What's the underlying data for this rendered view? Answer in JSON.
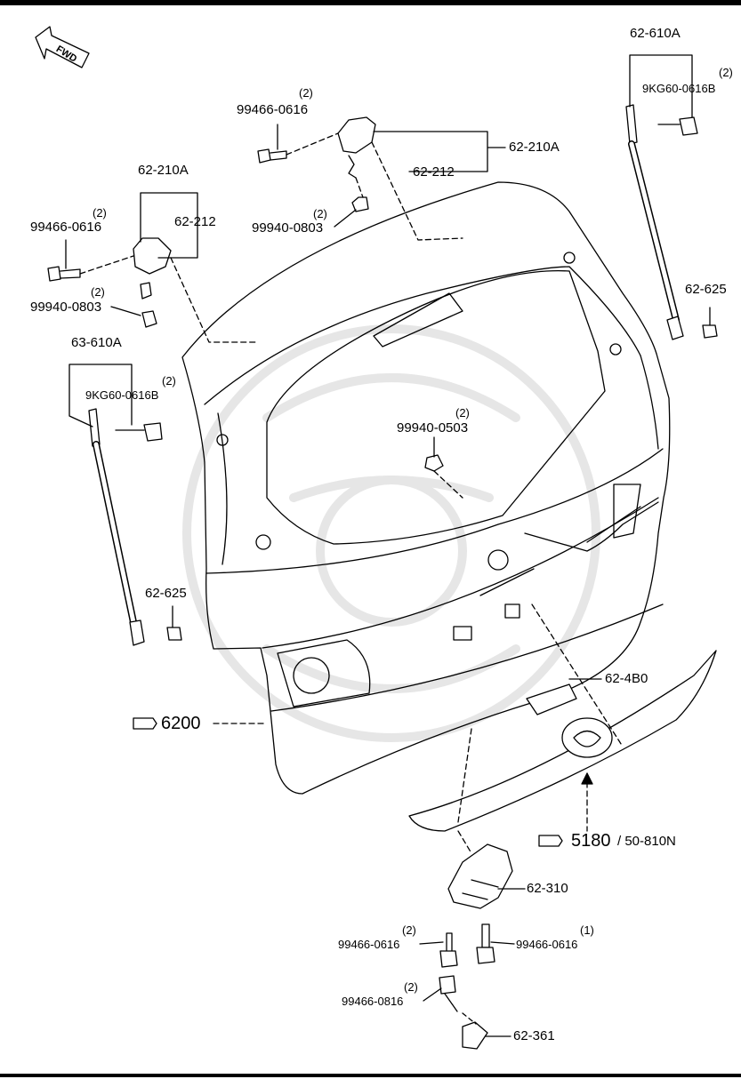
{
  "fwd_label": "FWD",
  "labels": {
    "l_62_610A_r": "62-610A",
    "q_9KG_r": "(2)",
    "l_9KG_r": "9KG60-0616B",
    "q_99466_top": "(2)",
    "l_99466_top": "99466-0616",
    "l_62_210A_topright": "62-210A",
    "l_62_212_top": "62-212",
    "q_99940_top": "(2)",
    "l_99940_top": "99940-0803",
    "l_62_210A_left": "62-210A",
    "q_99466_left": "(2)",
    "l_99466_left": "99466-0616",
    "l_62_212_left": "62-212",
    "q_99940_left": "(2)",
    "l_99940_left": "99940-0803",
    "l_62_625_r": "62-625",
    "l_63_610A": "63-610A",
    "q_9KG_l": "(2)",
    "l_9KG_l": "9KG60-0616B",
    "q_99940_0503": "(2)",
    "l_99940_0503": "99940-0503",
    "l_62_625_l": "62-625",
    "l_62_4B0": "62-4B0",
    "l_6200": "6200",
    "l_5180": "5180",
    "l_50_810N": "/ 50-810N",
    "l_62_310": "62-310",
    "q_99466_bl": "(2)",
    "l_99466_bl": "99466-0616",
    "q_99466_br": "(1)",
    "l_99466_br": "99466-0616",
    "q_99466_0816": "(2)",
    "l_99466_0816": "99466-0816",
    "l_62_361": "62-361"
  },
  "colors": {
    "line": "#000000",
    "watermark": "#e6e6e6",
    "background": "#ffffff"
  }
}
